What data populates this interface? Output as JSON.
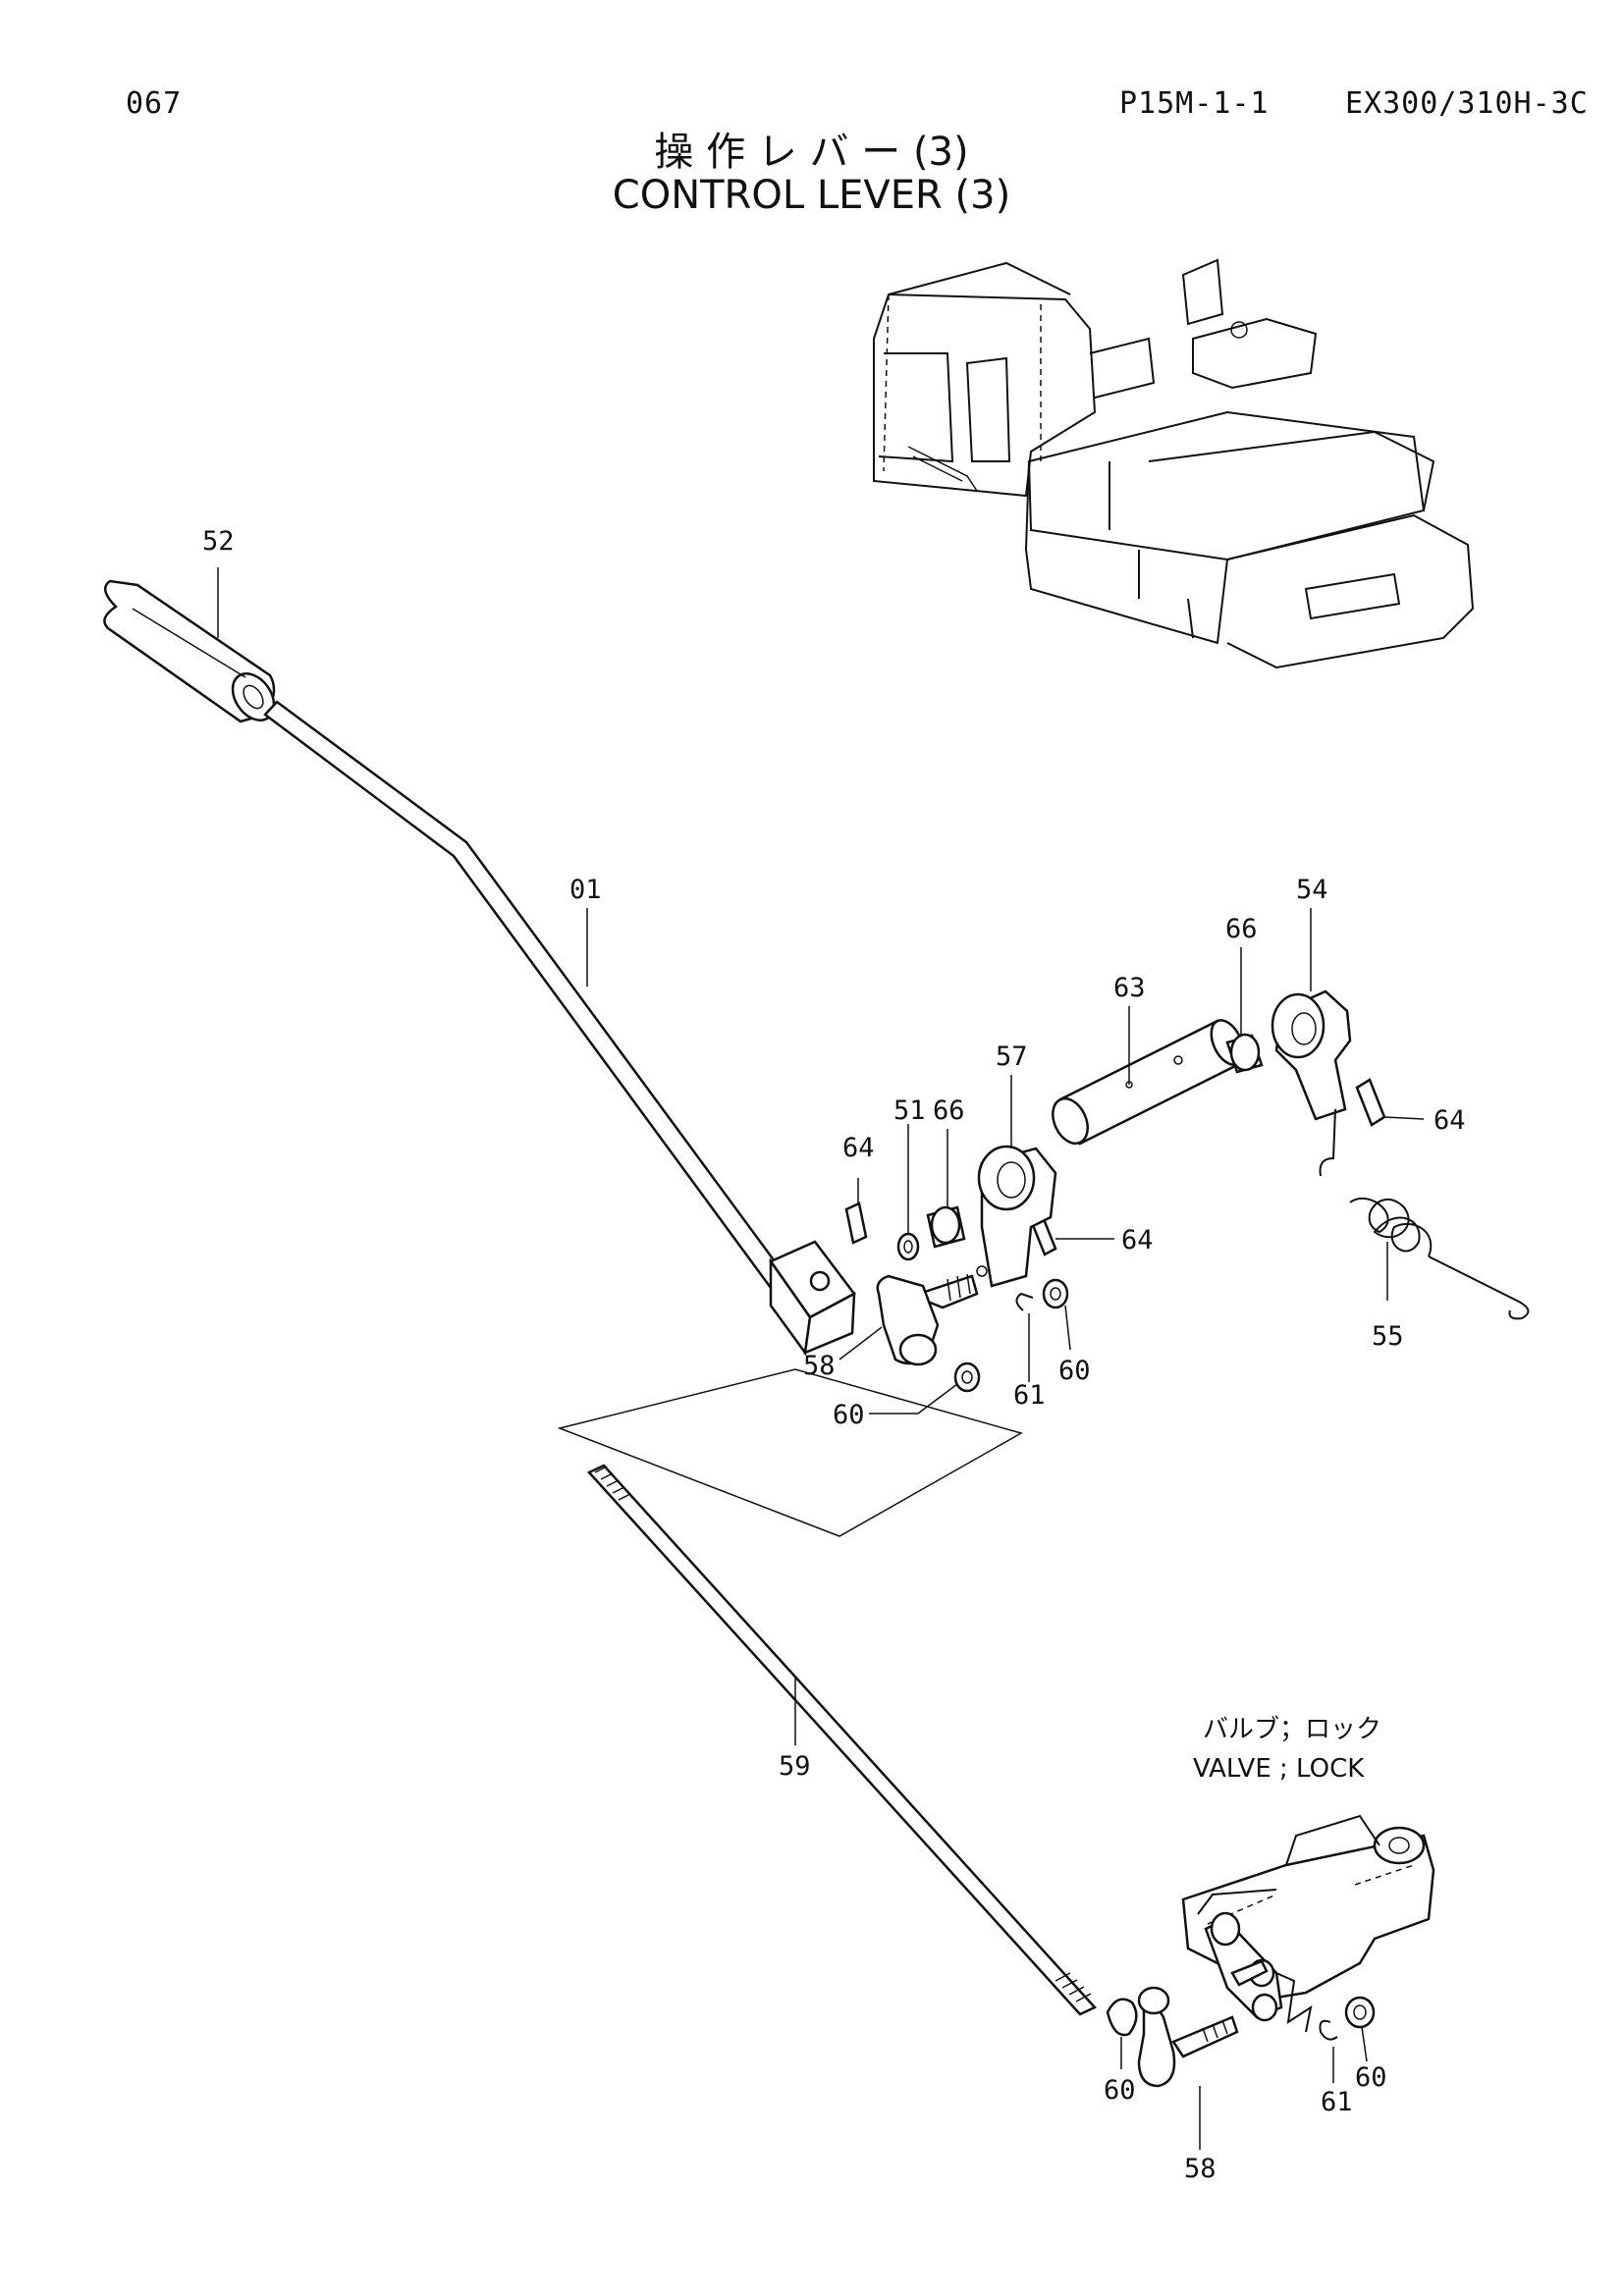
{
  "header": {
    "page_number": "067",
    "section_code": "P15M-1-1",
    "model": "EX300/310H-3C"
  },
  "title": {
    "japanese": "操 作 レ バ ー (3)",
    "english": "CONTROL LEVER (3)"
  },
  "inset_note": {
    "japanese": "バルブ；ロック",
    "english": "VALVE ; LOCK"
  },
  "callouts": {
    "p52": "52",
    "p01": "01",
    "p54": "54",
    "p66a": "66",
    "p63": "63",
    "p57": "57",
    "p66b": "66",
    "p51": "51",
    "p64a": "64",
    "p64b": "64",
    "p64c": "64",
    "p55": "55",
    "p58a": "58",
    "p60a": "60",
    "p61a": "61",
    "p60b": "60",
    "p59": "59",
    "p60c": "60",
    "p58b": "58",
    "p61b": "61",
    "p60d": "60"
  }
}
